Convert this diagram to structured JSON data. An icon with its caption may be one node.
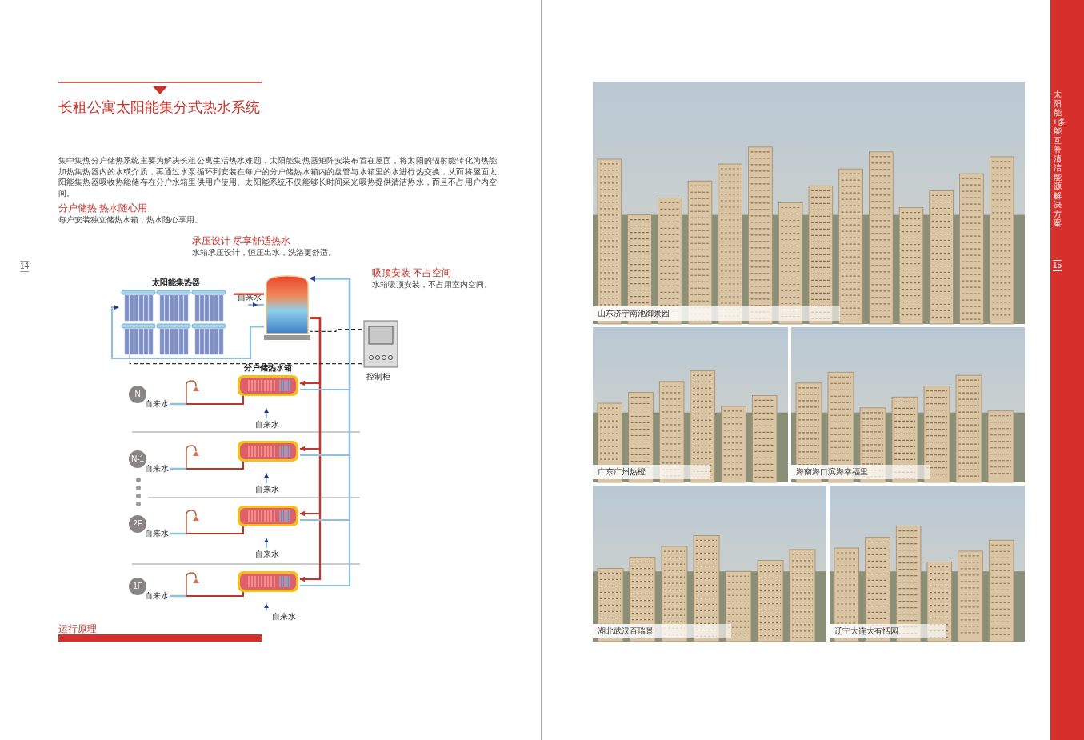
{
  "diagram": {
    "title": "长租公寓太阳能集分式热水系统",
    "nodes": [
      {
        "text": [
          "太阳能集热器"
        ]
      },
      {
        "text": [],
        "shape": "cylinder"
      },
      {
        "text": [
          "控制柜"
        ]
      },
      {
        "text": [
          "分户储热水箱"
        ]
      },
      {
        "text": [],
        "shape": "cylinder"
      },
      {
        "text": [],
        "shape": "cylinder"
      },
      {
        "text": [],
        "shape": "cylinder"
      },
      {
        "text": [
          "N"
        ]
      },
      {
        "text": [
          "N-1"
        ]
      },
      {
        "text": [
          "2F"
        ]
      },
      {
        "text": [
          "1F"
        ]
      },
      {
        "text": [
          "山东济宁南池御景园"
        ]
      },
      {
        "text": [
          "广东广州热橙"
        ]
      },
      {
        "text": [
          "海南海口滨海幸福里"
        ]
      },
      {
        "text": [
          "湖北武汉百瑞景"
        ]
      },
      {
        "text": [
          "辽宁大连大有恬园"
        ]
      }
    ],
    "edges": [
      {
        "from": 0,
        "to": 1,
        "arrow": "none",
        "color": "#c8342b"
      },
      {
        "from": 1,
        "to": 0,
        "arrow": "to",
        "color": "#8fc1de"
      },
      {
        "from": 1,
        "to": 3,
        "arrow": "to",
        "color": "#c8342b"
      },
      {
        "from": 1,
        "to": 4,
        "arrow": "to",
        "color": "#c8342b"
      },
      {
        "from": 1,
        "to": 5,
        "arrow": "to",
        "color": "#c8342b"
      },
      {
        "from": 1,
        "to": 6,
        "arrow": "to",
        "color": "#c8342b"
      },
      {
        "from": 3,
        "to": 1,
        "arrow": "to",
        "color": "#8fc1de"
      },
      {
        "from": 4,
        "to": 1,
        "arrow": "to",
        "color": "#8fc1de"
      },
      {
        "from": 5,
        "to": 1,
        "arrow": "to",
        "color": "#8fc1de"
      },
      {
        "from": 6,
        "to": 1,
        "arrow": "to",
        "color": "#8fc1de"
      },
      {
        "from": 2,
        "to": 0,
        "arrow": "none",
        "style": "dashed",
        "color": "#333333"
      },
      {
        "from": 2,
        "to": 1,
        "arrow": "none",
        "style": "dashed",
        "color": "#333333"
      }
    ],
    "labels": [
      "集中集热分户储热系统主要为解决长租公寓生活热水难题，太阳能集热器矩阵安装布置在屋面，将太阳的辐射能转化为热能加热集热器内的水或介质，再通过水泵循环到安装在每户的分户储热水箱内的盘管与水箱里的水进行热交换，从而将屋面太阳能集热器吸收热能储存在分户水箱里供用户使用。太阳能系统不仅能够长时间采光吸热提供清洁热水，而且不占用户内空间。",
      "分户储热 热水随心用",
      "每户安装独立储热水箱，热水随心享用。",
      "承压设计 尽享舒适热水",
      "水箱承压设计，恒压出水，洗浴更舒适。",
      "14",
      "吸顶安装 不占空间",
      "水箱吸顶安装，不占用室内空间。",
      "自来水",
      "自来水",
      "自来水",
      "自来水",
      "自来水",
      "自来水",
      "自来水",
      "自来水",
      "自来水",
      "运行原理",
      "太阳能+多能互补清洁能源解决方案",
      "15"
    ]
  }
}
